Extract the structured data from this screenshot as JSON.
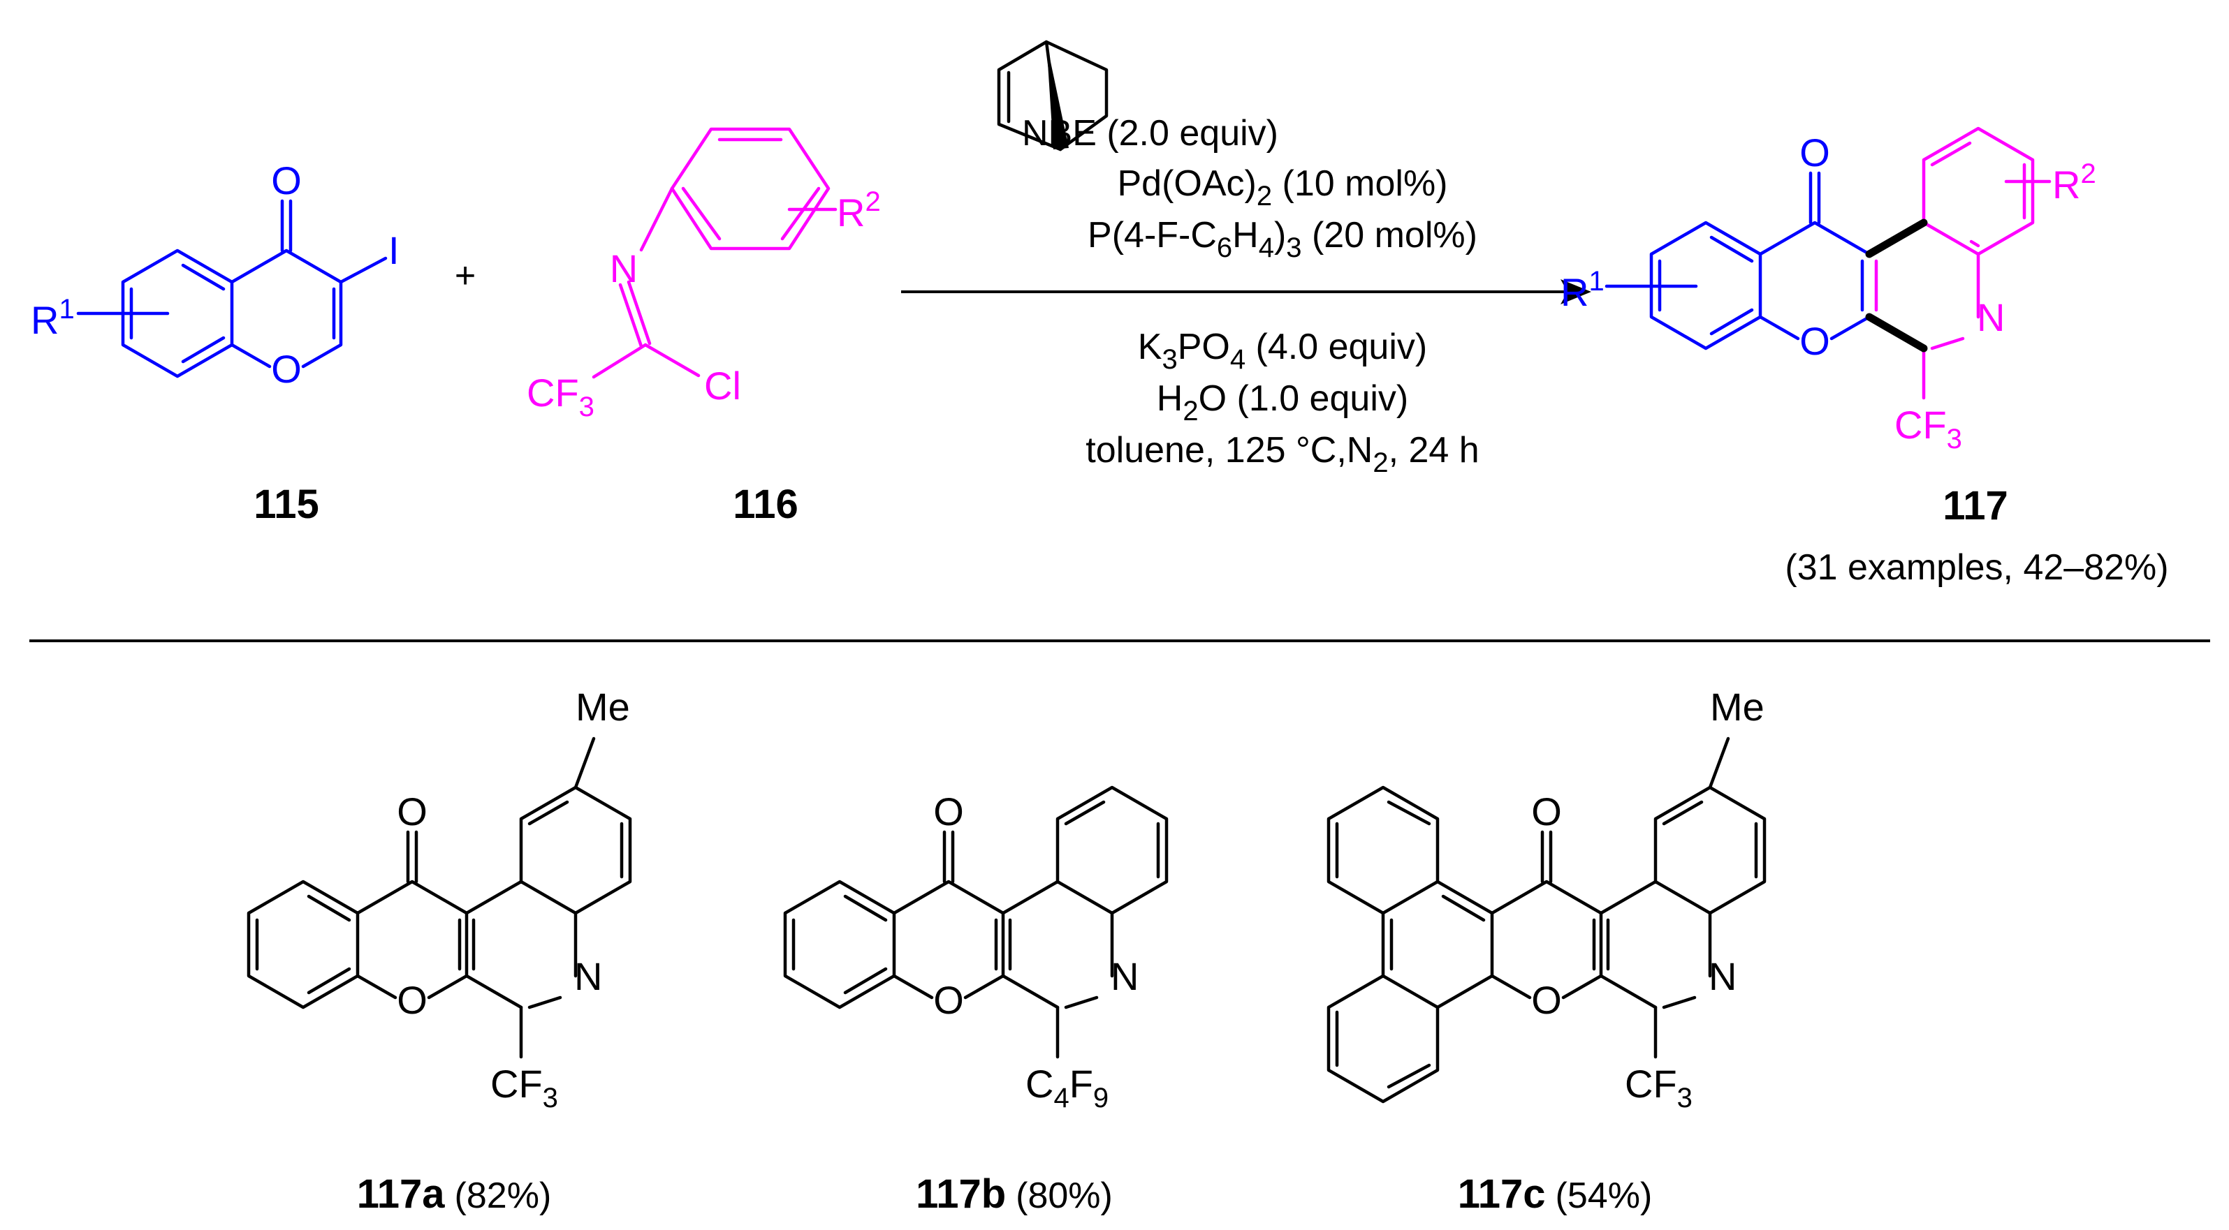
{
  "colors": {
    "reagent_1": "#0000ff",
    "reagent_2": "#ff00ff",
    "text": "#000000",
    "new_bonds": "#000000"
  },
  "reactant_1": {
    "label": "115",
    "substituent": "R1",
    "ketone_O": "O",
    "ring_O": "O",
    "halogen": "I"
  },
  "reactant_2": {
    "label": "116",
    "substituent": "R2",
    "imine_N": "N",
    "chloride": "Cl",
    "fluoroalkyl": "CF3"
  },
  "plus": "+",
  "conditions": {
    "above": [
      "NBE (2.0 equiv)",
      "Pd(OAc)2 (10 mol%)",
      "P(4-F-C6H4)3 (20 mol%)"
    ],
    "below": [
      "K3PO4 (4.0 equiv)",
      "H2O (1.0 equiv)",
      "toluene, 125 °C,N2, 24 h"
    ]
  },
  "product": {
    "label": "117",
    "scope_note": "(31 examples, 42–82%)",
    "substituent_1": "R1",
    "substituent_2": "R2",
    "ring_N": "N",
    "fluoroalkyl": "CF3"
  },
  "examples": [
    {
      "label": "117a",
      "yield": "(82%)",
      "substituent": "Me",
      "fluoroalkyl": "CF3"
    },
    {
      "label": "117b",
      "yield": "(80%)",
      "substituent": "",
      "fluoroalkyl": "C4F9"
    },
    {
      "label": "117c",
      "yield": "(54%)",
      "substituent": "Me",
      "fluoroalkyl": "CF3"
    }
  ]
}
